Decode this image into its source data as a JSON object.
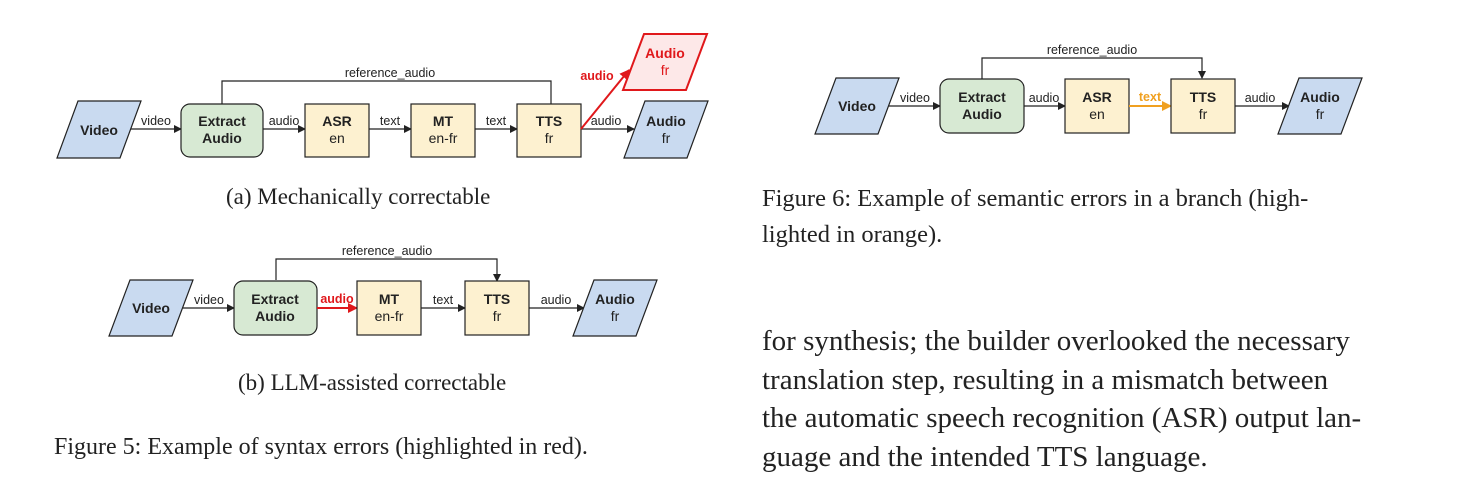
{
  "diagram_a": {
    "nodes": {
      "video": "Video",
      "extract": [
        "Extract",
        "Audio"
      ],
      "asr": [
        "ASR",
        "en"
      ],
      "mt": [
        "MT",
        "en-fr"
      ],
      "tts": [
        "TTS",
        "fr"
      ],
      "audio_out": [
        "Audio",
        "fr"
      ],
      "audio_err": [
        "Audio",
        "fr"
      ]
    },
    "edges": {
      "video": "video",
      "audio": "audio",
      "text1": "text",
      "text2": "text",
      "audio2": "audio",
      "audio_err": "audio",
      "reference": "reference_audio"
    },
    "caption": "(a) Mechanically correctable"
  },
  "diagram_b": {
    "nodes": {
      "video": "Video",
      "extract": [
        "Extract",
        "Audio"
      ],
      "mt": [
        "MT",
        "en-fr"
      ],
      "tts": [
        "TTS",
        "fr"
      ],
      "audio_out": [
        "Audio",
        "fr"
      ]
    },
    "edges": {
      "video": "video",
      "audio_err": "audio",
      "text": "text",
      "audio": "audio",
      "reference": "reference_audio"
    },
    "caption": "(b) LLM-assisted correctable"
  },
  "figure5_caption": "Figure 5: Example of syntax errors (highlighted in red).",
  "diagram_c": {
    "nodes": {
      "video": "Video",
      "extract": [
        "Extract",
        "Audio"
      ],
      "asr": [
        "ASR",
        "en"
      ],
      "tts": [
        "TTS",
        "fr"
      ],
      "audio_out": [
        "Audio",
        "fr"
      ]
    },
    "edges": {
      "video": "video",
      "audio": "audio",
      "text_err": "text",
      "audio2": "audio",
      "reference": "reference_audio"
    }
  },
  "figure6_caption": [
    "Figure 6: Example of semantic errors in a branch (high-",
    "lighted in orange)."
  ],
  "paragraph": [
    "for synthesis; the builder overlooked the necessary",
    "translation step, resulting in a mismatch between",
    "the automatic speech recognition (ASR) output lan-",
    "guage and the intended TTS language."
  ],
  "colors": {
    "blue_fill": "#c9daf0",
    "green_fill": "#d7e9d3",
    "yellow_fill": "#fdf1d0",
    "error_red": "#e0181b",
    "error_orange": "#f0a020",
    "ink": "#222222"
  }
}
